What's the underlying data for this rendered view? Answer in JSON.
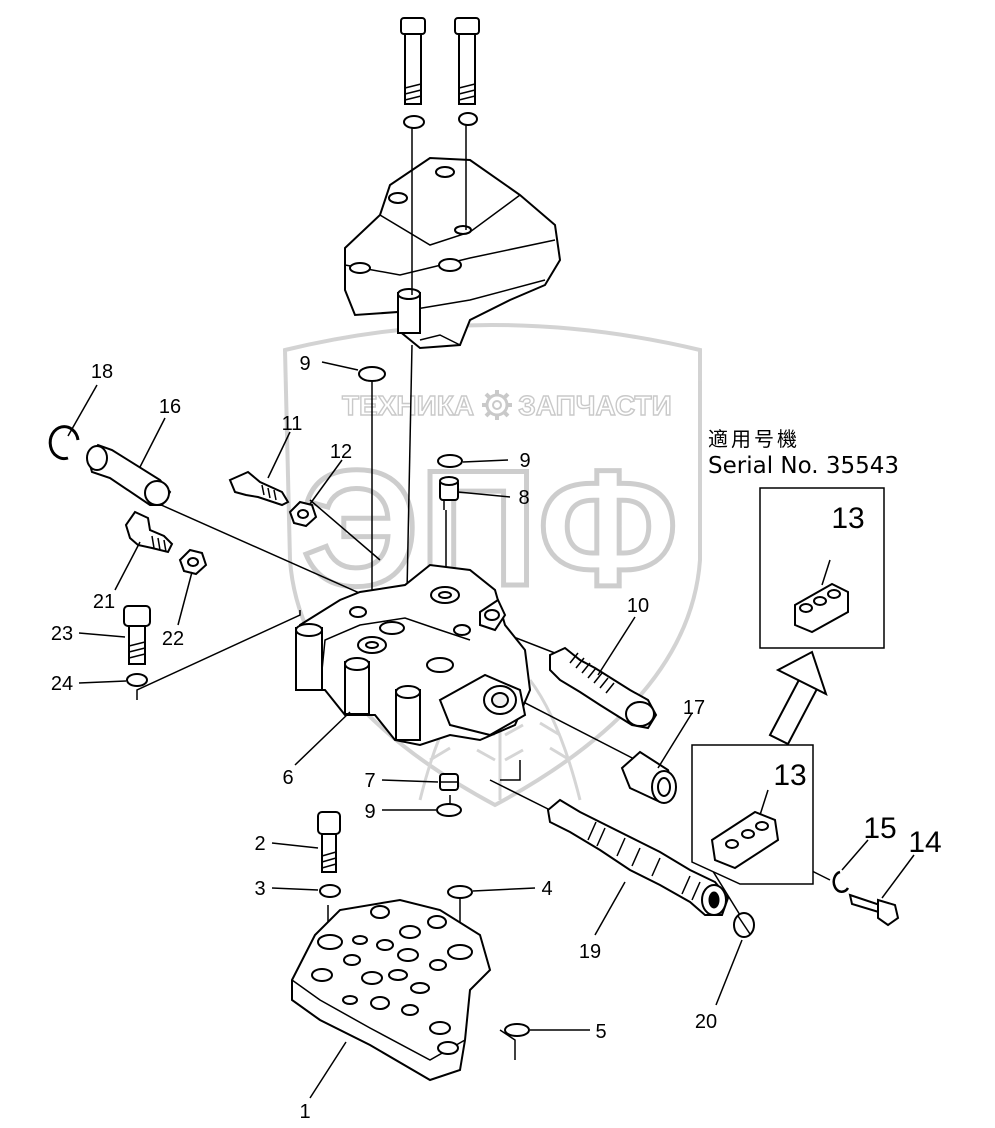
{
  "watermark": {
    "brand_left": "ТЕХНИКА",
    "brand_right": "ЗАПЧАСТИ",
    "logo_letters": "ЭПФ",
    "gear_icon": "gear-icon"
  },
  "applicability": {
    "jp_label": "適用号機",
    "serial": "Serial No. 35543"
  },
  "callouts": {
    "c1": "1",
    "c2": "2",
    "c3": "3",
    "c4": "4",
    "c5": "5",
    "c6": "6",
    "c7": "7",
    "c8": "8",
    "c9a": "9",
    "c9b": "9",
    "c9c": "9",
    "c10": "10",
    "c11": "11",
    "c12": "12",
    "c13a": "13",
    "c13b": "13",
    "c14": "14",
    "c15": "15",
    "c16": "16",
    "c17": "17",
    "c18": "18",
    "c19": "19",
    "c20": "20",
    "c21": "21",
    "c22": "22",
    "c23": "23",
    "c24": "24"
  }
}
